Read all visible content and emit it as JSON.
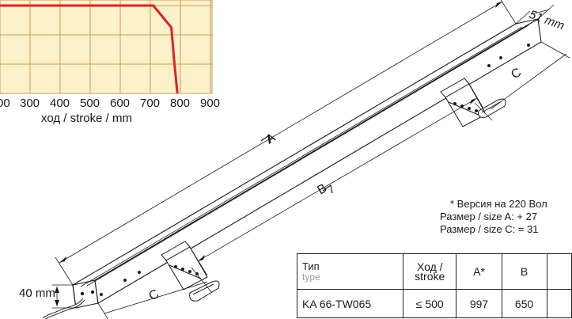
{
  "chart_data": {
    "type": "line",
    "xlabel": "ход / stroke / mm",
    "x_ticks": [
      "00",
      "300",
      "400",
      "500",
      "600",
      "700",
      "800",
      "900"
    ],
    "series": [
      {
        "x": [
          200,
          710,
          770,
          780,
          790
        ],
        "y": [
          1.0,
          1.0,
          0.75,
          0.35,
          0.0
        ]
      }
    ],
    "line_color": "#e0202a",
    "grid_color": "#c99a58",
    "background_color": "#fcf1c8"
  },
  "drawing": {
    "dimensions": {
      "a": "A",
      "b": "B",
      "c": "C",
      "width": "51 mm",
      "height": "40 mm"
    }
  },
  "notes": {
    "line1": "* Версия на 220 Вол",
    "line2": "Размер / size A: + 27",
    "line3": "Размер / size C: = 31"
  },
  "table": {
    "headers": {
      "type_main": "Тип",
      "type_sub": "type",
      "stroke_line1": "Ход /",
      "stroke_line2": "stroke",
      "a": "A*",
      "b": "B"
    },
    "rows": [
      {
        "type": "KA 66-TW065",
        "stroke": "≤ 500",
        "a": "997",
        "b": "650"
      }
    ]
  }
}
